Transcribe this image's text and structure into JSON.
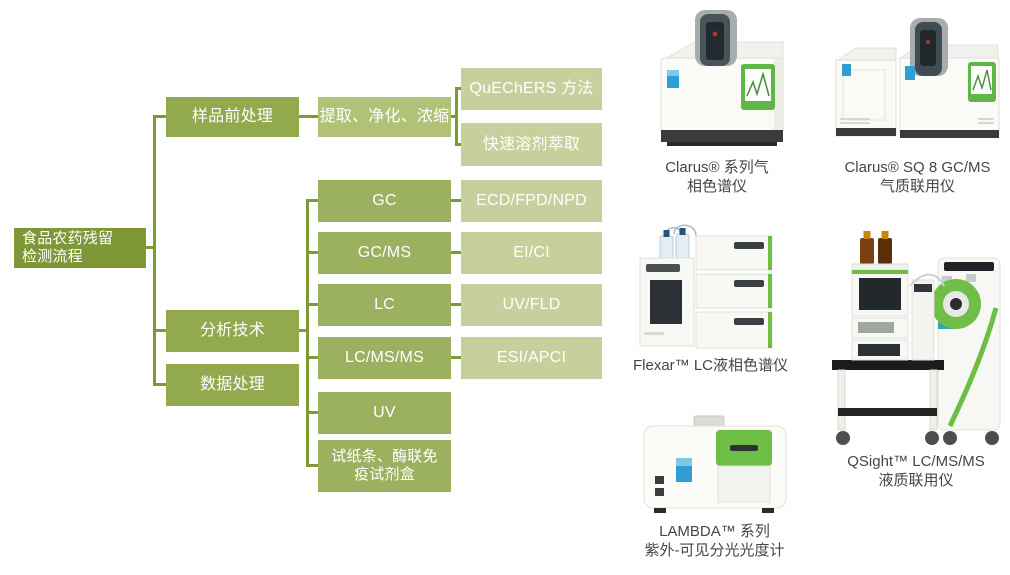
{
  "palette": {
    "level1_fill": "#7E9838",
    "level2_fill": "#92A94D",
    "tech_fill": "#9BB15F",
    "process_fill": "#B2C178",
    "leaf_fill": "#C5D09D",
    "connector": "#7F9A33",
    "node_text": "#FFFFFF",
    "caption_text": "#43474A",
    "brand_green": "#6CBE45"
  },
  "diagram": {
    "root_label": "食品农药残留\n检测流程",
    "pretreatment": {
      "label": "样品前处理",
      "process_label": "提取、净化、浓缩",
      "methods": [
        {
          "label": "QuEChERS 方法"
        },
        {
          "label": "快速溶剂萃取"
        }
      ]
    },
    "analysis": {
      "label": "分析技术",
      "techniques": [
        {
          "label": "GC",
          "detector": "ECD/FPD/NPD"
        },
        {
          "label": "GC/MS",
          "detector": "EI/CI"
        },
        {
          "label": "LC",
          "detector": "UV/FLD"
        },
        {
          "label": "LC/MS/MS",
          "detector": "ESI/APCI"
        },
        {
          "label": "UV"
        },
        {
          "label": "试纸条、酶联免\n疫试剂盒"
        }
      ]
    },
    "data_processing": {
      "label": "数据处理"
    }
  },
  "instruments": [
    {
      "id": "clarus-gc",
      "caption": "Clarus® 系列气\n相色谱仪"
    },
    {
      "id": "clarus-sq8-gcms",
      "caption": "Clarus® SQ 8 GC/MS\n气质联用仪"
    },
    {
      "id": "flexar-lc",
      "caption": "Flexar™ LC液相色谱仪"
    },
    {
      "id": "qsight-lcmsms",
      "caption": "QSight™ LC/MS/MS\n液质联用仪"
    },
    {
      "id": "lambda-uvvis",
      "caption": "LAMBDA™ 系列\n紫外-可见分光光度计"
    }
  ]
}
